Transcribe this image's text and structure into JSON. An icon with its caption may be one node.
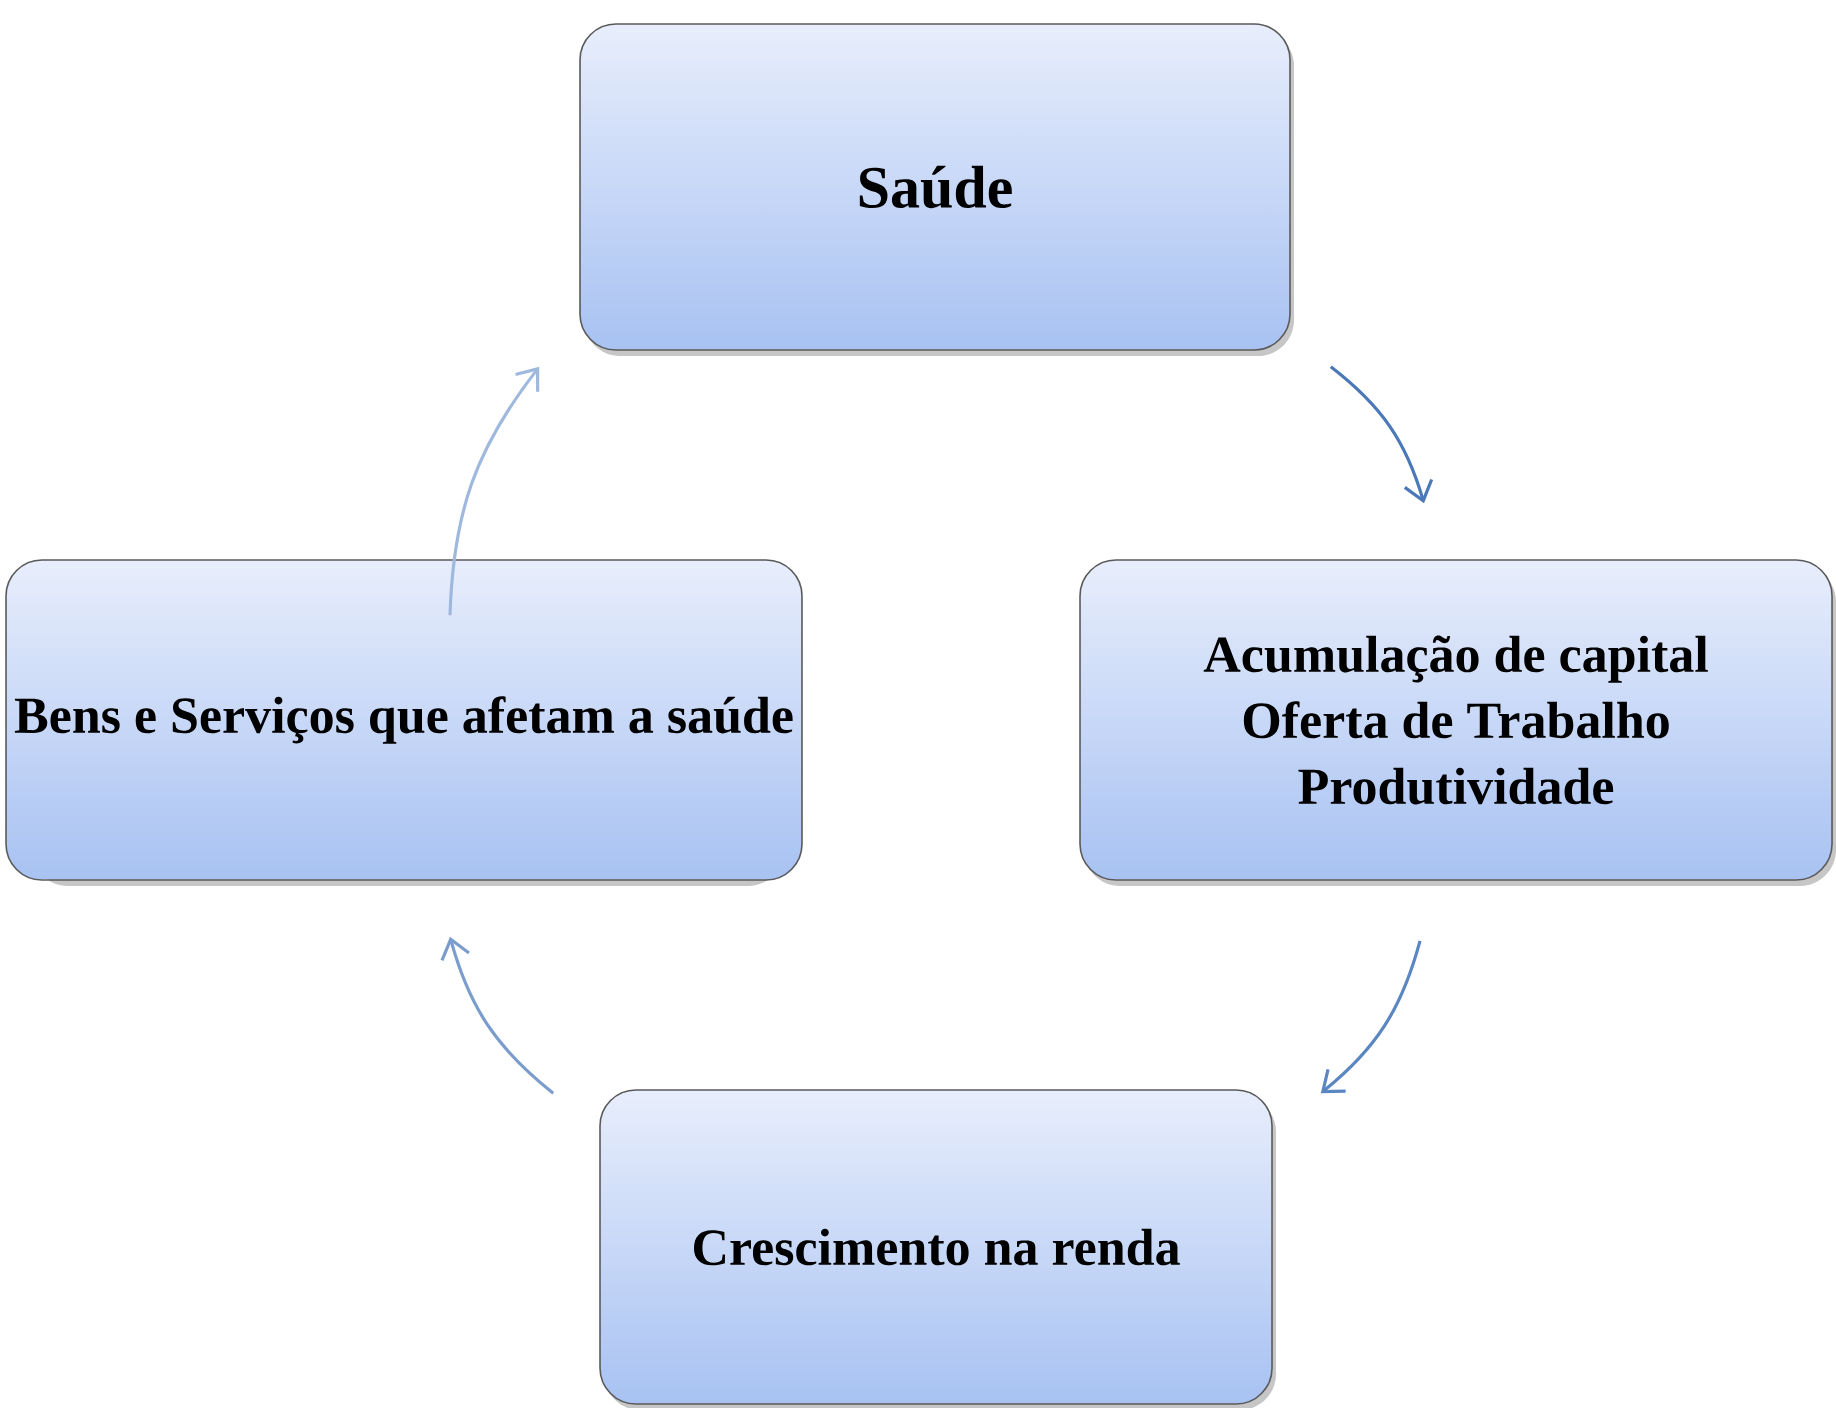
{
  "diagram": {
    "nodes": [
      {
        "text": [
          "Saúde"
        ]
      },
      {
        "text": [
          "Acumulação de capital",
          "Oferta de Trabalho",
          "Produtividade"
        ]
      },
      {
        "text": [
          "Crescimento na renda"
        ]
      },
      {
        "text": [
          "Bens e Serviços que afetam a saúde"
        ]
      }
    ],
    "edges": [
      {
        "from": 0,
        "to": 1,
        "arrow": "to",
        "color": "#4a78b8"
      },
      {
        "from": 1,
        "to": 2,
        "arrow": "to",
        "color": "#5a86c2"
      },
      {
        "from": 2,
        "to": 3,
        "arrow": "to",
        "color": "#7b9dcd"
      },
      {
        "from": 3,
        "to": 0,
        "arrow": "to",
        "color": "#9fb8dd"
      }
    ]
  }
}
